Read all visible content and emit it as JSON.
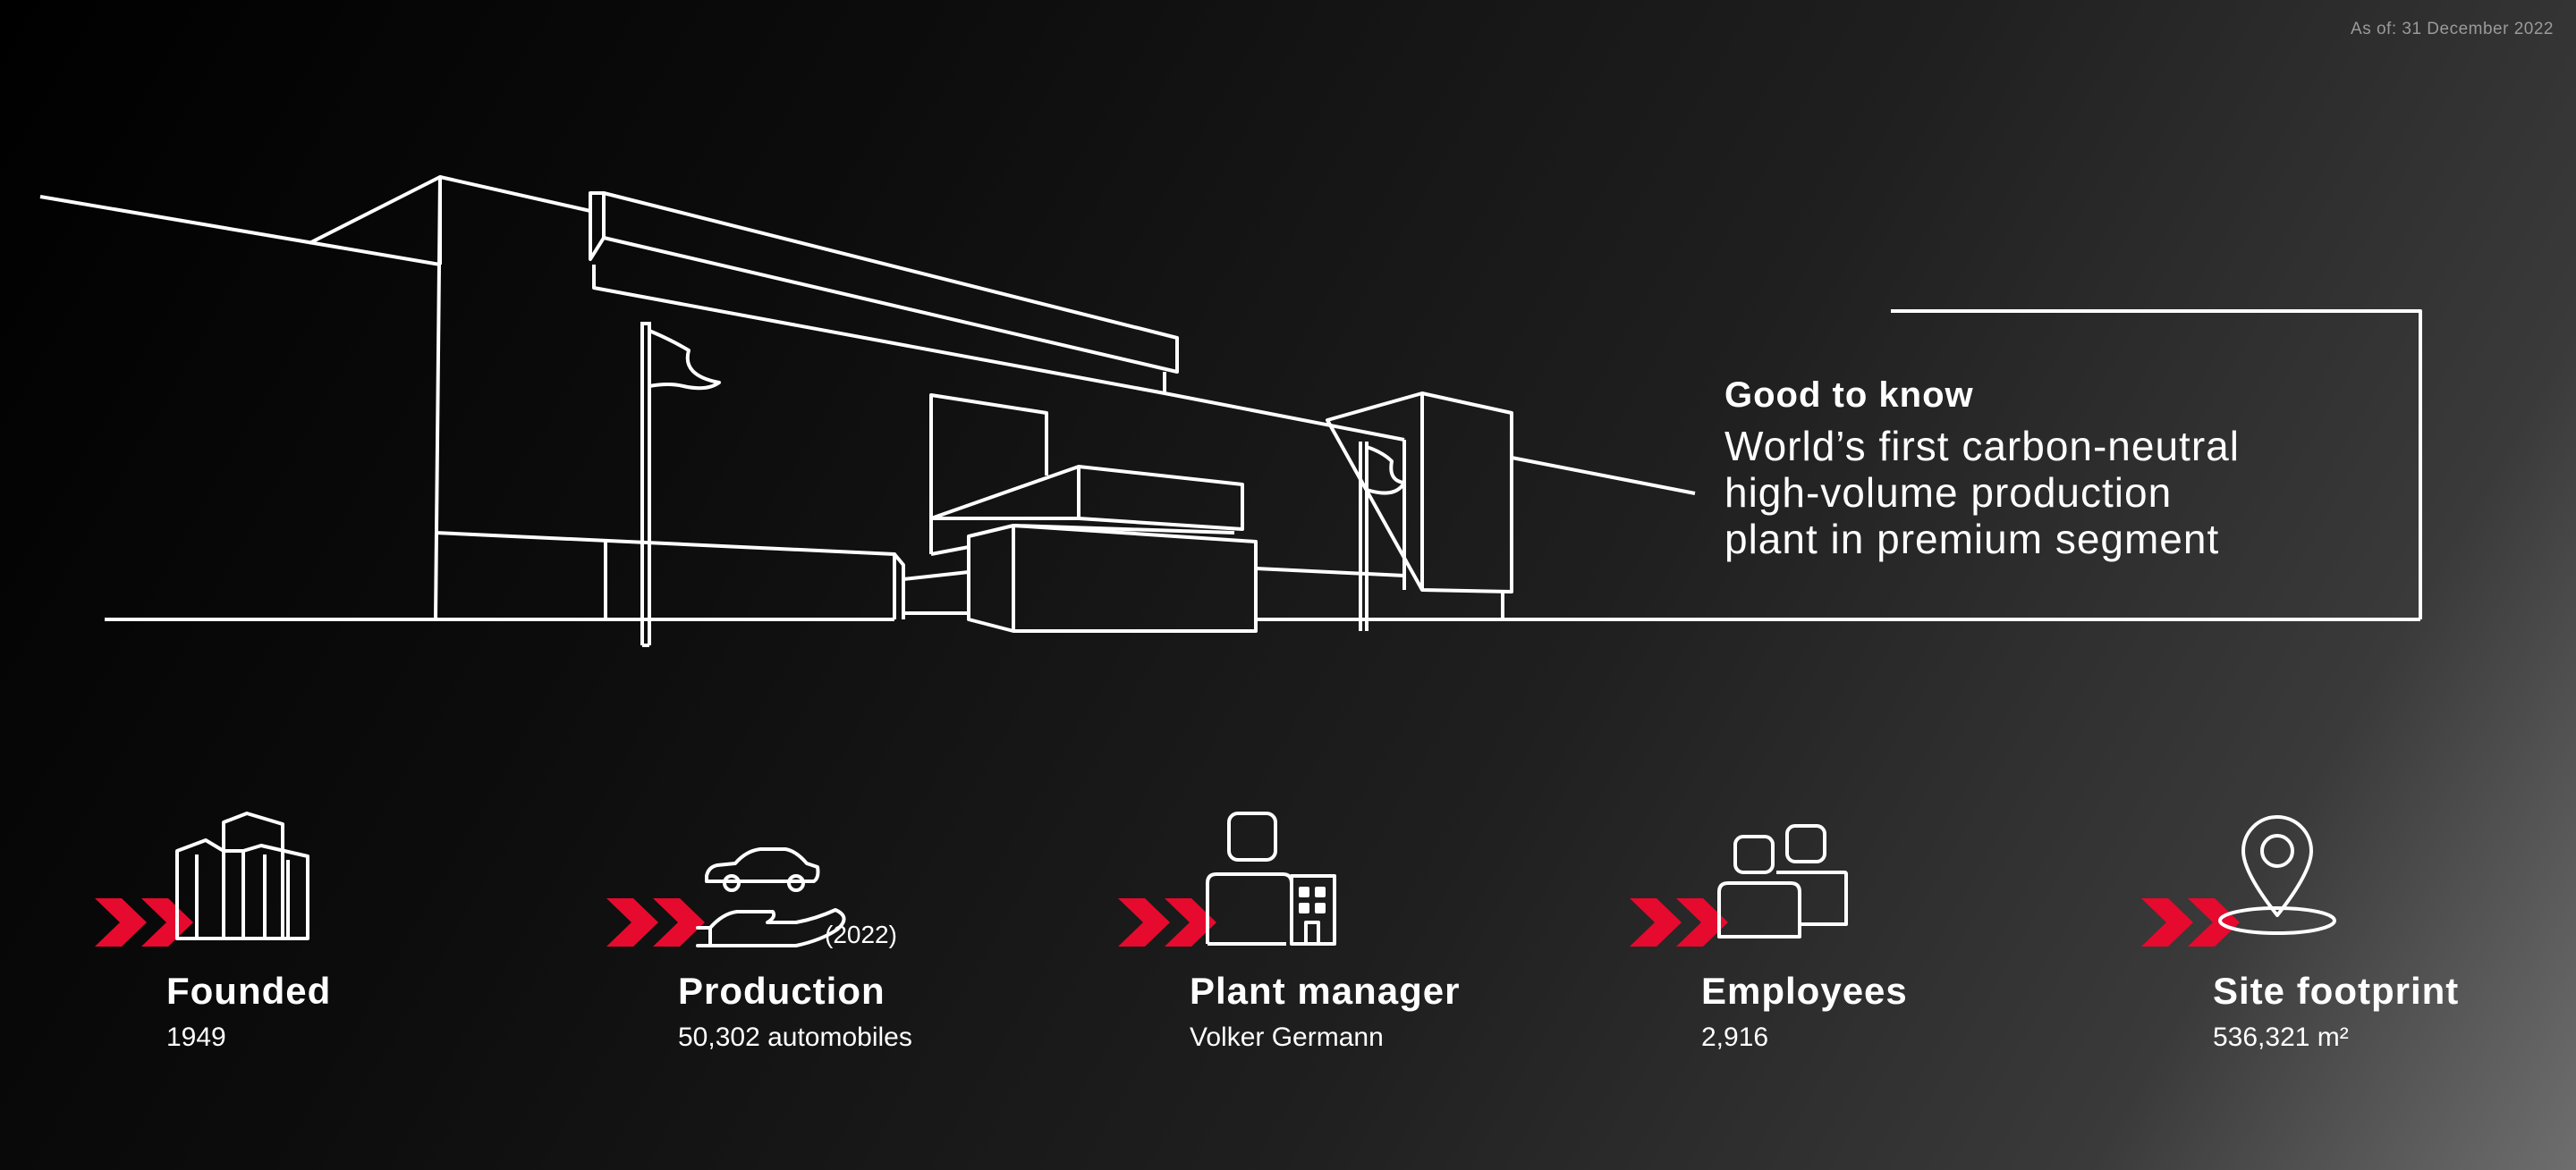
{
  "as_of": "As of: 31 December 2022",
  "good_to_know": {
    "title": "Good to know",
    "lines": [
      "World’s first carbon-neutral",
      "high-volume production",
      "plant in premium segment"
    ]
  },
  "facts": [
    {
      "label": "Founded",
      "value": "1949",
      "icon": "buildings-icon"
    },
    {
      "label": "Production",
      "value": "50,302 automobiles",
      "note": "(2022)",
      "icon": "car-on-hand-icon"
    },
    {
      "label": "Plant manager",
      "value": "Volker Germann",
      "icon": "manager-building-icon"
    },
    {
      "label": "Employees",
      "value": "2,916",
      "icon": "people-icon"
    },
    {
      "label": "Site footprint",
      "value": "536,321 m²",
      "icon": "location-pin-icon"
    }
  ],
  "colors": {
    "accent": "#e60a2e",
    "line": "#ffffff",
    "muted": "#9a9a9a"
  }
}
